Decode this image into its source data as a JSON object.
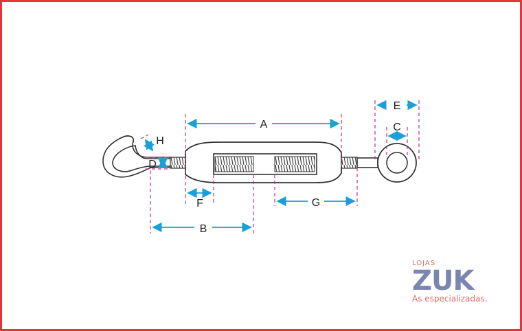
{
  "dimensions": {
    "a": "A",
    "b": "B",
    "c": "C",
    "d": "D",
    "e": "E",
    "f": "F",
    "g": "G",
    "h": "H"
  },
  "brand": {
    "top": "LOJAS",
    "logo": "ZUK",
    "tagline": "As especializadas."
  },
  "colors": {
    "frame": "#e8323c",
    "dimension_arrow": "#1aa0d8",
    "extension_line": "#c0308a",
    "outline": "#333333",
    "brand_logo": "#7a86b0",
    "brand_text": "#e06a6a"
  }
}
